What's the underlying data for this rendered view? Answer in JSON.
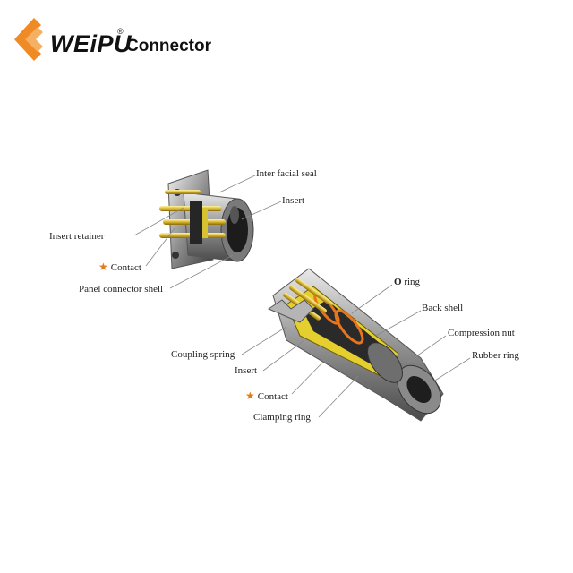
{
  "brand": {
    "name": "WEiPU",
    "registered": "®",
    "product": "Connector",
    "accent_color": "#f08a24"
  },
  "panel_connector": {
    "labels": {
      "inter_facial_seal": "Inter facial seal",
      "insert": "Insert",
      "insert_retainer": "Insert retainer",
      "contact": "Contact",
      "panel_connector_shell": "Panel connector shell"
    }
  },
  "plug_connector": {
    "labels": {
      "o_ring_letter": "O",
      "o_ring_rest": " ring",
      "back_shell": "Back shell",
      "compression_nut": "Compression nut",
      "rubber_ring": "Rubber ring",
      "coupling_spring": "Coupling  spring",
      "insert": "Insert",
      "contact": "Contact",
      "clamping_ring": "Clamping  ring"
    }
  },
  "star_symbol": "★"
}
